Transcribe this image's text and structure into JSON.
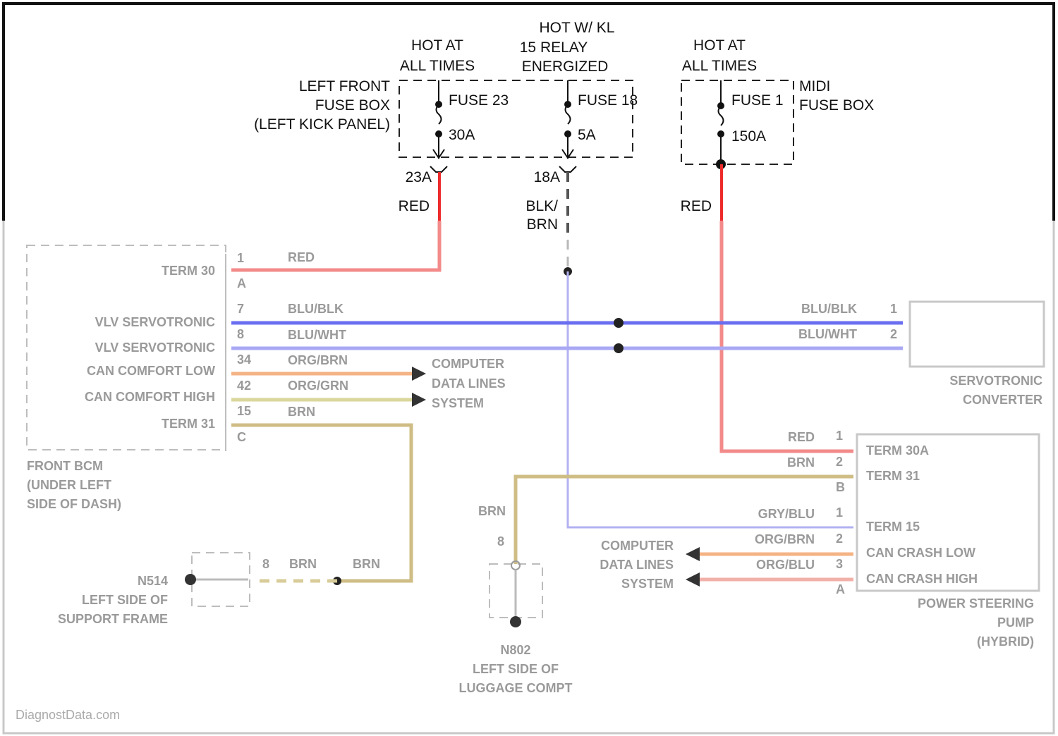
{
  "top": {
    "fuse23": {
      "hot": [
        "HOT AT",
        "ALL TIMES"
      ],
      "box": [
        "LEFT FRONT",
        "FUSE BOX",
        "(LEFT KICK PANEL)"
      ],
      "name": "FUSE 23",
      "rating": "30A",
      "pin": "23A",
      "wire": "RED"
    },
    "fuse18": {
      "hot": [
        "HOT W/ KL",
        "15 RELAY",
        "ENERGIZED"
      ],
      "name": "FUSE 18",
      "rating": "5A",
      "pin": "18A",
      "wire": [
        "BLK/",
        "BRN"
      ]
    },
    "fuse1": {
      "hot": [
        "HOT AT",
        "ALL TIMES"
      ],
      "box": [
        "MIDI",
        "FUSE BOX"
      ],
      "name": "FUSE 1",
      "rating": "150A",
      "wire": "RED"
    }
  },
  "bcm": {
    "title": [
      "FRONT BCM",
      "(UNDER LEFT",
      "SIDE OF DASH)"
    ],
    "pins": [
      {
        "label": "TERM 30",
        "pin": "1",
        "conn": "A",
        "wire": "RED"
      },
      {
        "label": "VLV SERVOTRONIC",
        "pin": "7",
        "wire": "BLU/BLK"
      },
      {
        "label": "VLV SERVOTRONIC",
        "pin": "8",
        "wire": "BLU/WHT"
      },
      {
        "label": "CAN COMFORT LOW",
        "pin": "34",
        "wire": "ORG/BRN"
      },
      {
        "label": "CAN COMFORT HIGH",
        "pin": "42",
        "wire": "ORG/GRN"
      },
      {
        "label": "TERM 31",
        "pin": "15",
        "conn": "C",
        "wire": "BRN"
      }
    ],
    "data_lines": [
      "COMPUTER",
      "DATA LINES",
      "SYSTEM"
    ]
  },
  "converter": {
    "title": [
      "SERVOTRONIC",
      "CONVERTER"
    ],
    "pins": [
      {
        "pin": "1",
        "wire": "BLU/BLK"
      },
      {
        "pin": "2",
        "wire": "BLU/WHT"
      }
    ]
  },
  "pump": {
    "title": [
      "POWER STEERING",
      "PUMP",
      "(HYBRID)"
    ],
    "pins": [
      {
        "label": "TERM 30A",
        "pin": "1",
        "wire": "RED"
      },
      {
        "label": "TERM 31",
        "pin": "2",
        "wire": "BRN"
      },
      {
        "label": "TERM 15",
        "pin": "1",
        "wire": "GRY/BLU"
      },
      {
        "label": "CAN CRASH LOW",
        "pin": "2",
        "wire": "ORG/BRN"
      },
      {
        "label": "CAN CRASH HIGH",
        "pin": "3",
        "wire": "ORG/BLU"
      }
    ],
    "conn_b": "B",
    "conn_a": "A",
    "data_lines": [
      "COMPUTER",
      "DATA LINES",
      "SYSTEM"
    ]
  },
  "ground1": {
    "name": "N514",
    "loc": [
      "LEFT SIDE OF",
      "SUPPORT FRAME"
    ],
    "wire": "BRN",
    "pin": "8"
  },
  "ground2": {
    "name": "N802",
    "loc": [
      "LEFT SIDE OF",
      "LUGGAGE COMPT"
    ],
    "wire": "BRN",
    "pin": "8"
  },
  "watermark": "DiagnostData.com",
  "colors": {
    "red": "#ee2b2b",
    "blue": "#6a6ef0",
    "light_blue": "#a9a8f4",
    "orange": "#f4b384",
    "tan": "#cfbd86",
    "green": "#dad79c",
    "pink": "#f0b0a8"
  }
}
